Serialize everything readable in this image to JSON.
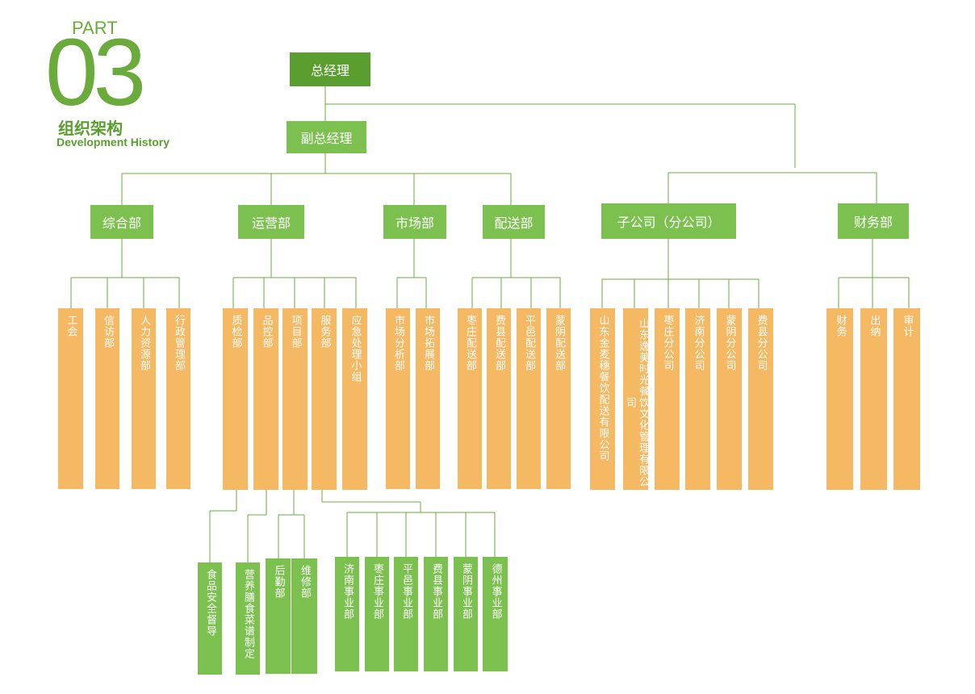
{
  "header": {
    "part": "PART",
    "number": "03",
    "title_cn": "组织架构",
    "title_en": "Development History"
  },
  "top": {
    "ceo": "总经理",
    "vice": "副总经理"
  },
  "departments": [
    "综合部",
    "运营部",
    "市场部",
    "配送部",
    "子公司（分公司）",
    "财务部"
  ],
  "subunits": [
    "工会",
    "信访部",
    "人力资源部",
    "行政管理部",
    "质检部",
    "品控部",
    "项目部",
    "服务部",
    "应急处理小组",
    "市场分析部",
    "市场拓展部",
    "枣庄配送部",
    "费县配送部",
    "平邑配送部",
    "蒙阴配送部",
    "山东金麦穗餐饮配送有限公司",
    "山东逸美时光餐饮文化管理有限公司",
    "枣庄分公司",
    "济南分公司",
    "蒙阴分公司",
    "费县分公司",
    "财务",
    "出纳",
    "审计"
  ],
  "third_level": [
    "食品安全督导",
    "营养膳食菜谱制定",
    "后勤部",
    "维修部",
    "济南事业部",
    "枣庄事业部",
    "平邑事业部",
    "费县事业部",
    "蒙阴事业部",
    "德州事业部"
  ],
  "colors": {
    "primary_green": "#7cc04f",
    "dark_green": "#5a9e2f",
    "orange": "#f5b964",
    "line": "#6aab3c"
  }
}
